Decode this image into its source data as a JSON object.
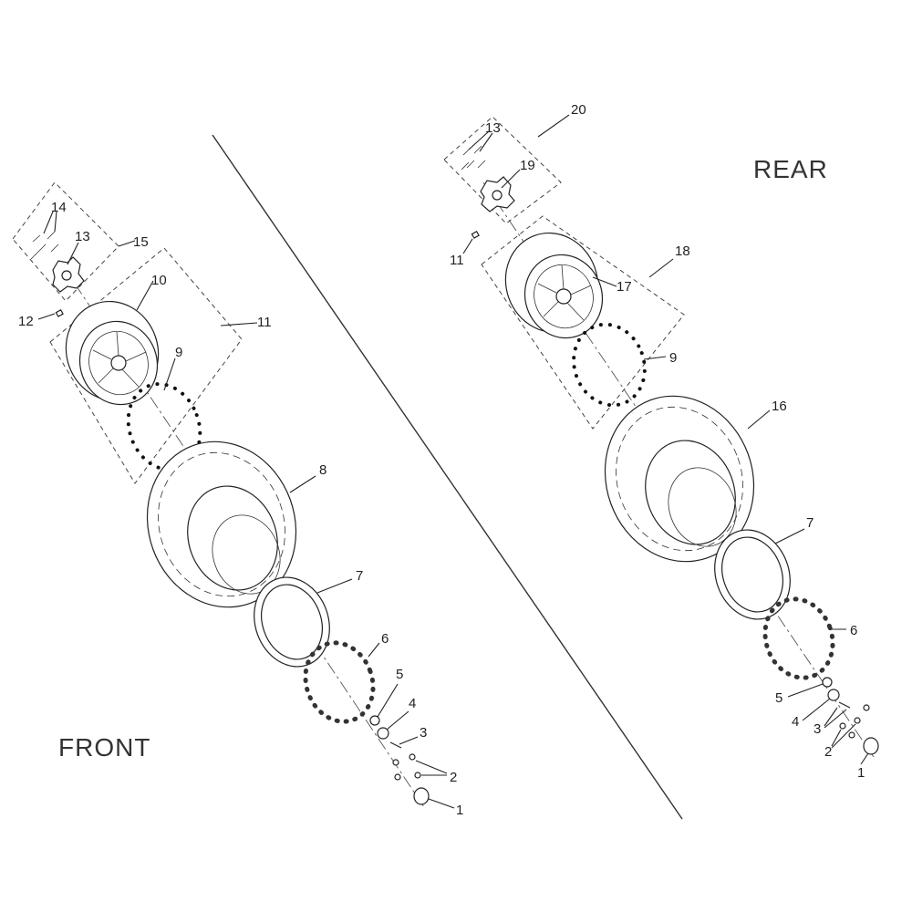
{
  "sections": {
    "front": {
      "title": "FRONT"
    },
    "rear": {
      "title": "REAR"
    }
  },
  "front_callouts": {
    "c14": "14",
    "c13": "13",
    "c15": "15",
    "c12": "12",
    "c10": "10",
    "c11": "11",
    "c9": "9",
    "c8": "8",
    "c7": "7",
    "c6": "6",
    "c5": "5",
    "c4": "4",
    "c3": "3",
    "c2": "2",
    "c1": "1"
  },
  "rear_callouts": {
    "c20": "20",
    "c13": "13",
    "c19": "19",
    "c11": "11",
    "c18": "18",
    "c17": "17",
    "c9": "9",
    "c16": "16",
    "c7": "7",
    "c6": "6",
    "c5": "5",
    "c4": "4",
    "c3": "3",
    "c2": "2",
    "c1": "1"
  }
}
